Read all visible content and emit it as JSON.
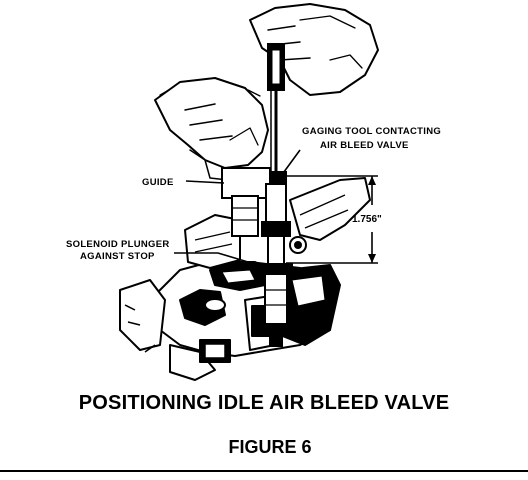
{
  "labels": {
    "gaging_tool_line1": "GAGING TOOL CONTACTING",
    "gaging_tool_line2": "AIR BLEED VALVE",
    "guide": "GUIDE",
    "solenoid_line1": "SOLENOID PLUNGER",
    "solenoid_line2": "AGAINST STOP",
    "dimension": "1.756\""
  },
  "caption": {
    "title": "POSITIONING IDLE AIR BLEED VALVE",
    "figure": "FIGURE 6"
  }
}
